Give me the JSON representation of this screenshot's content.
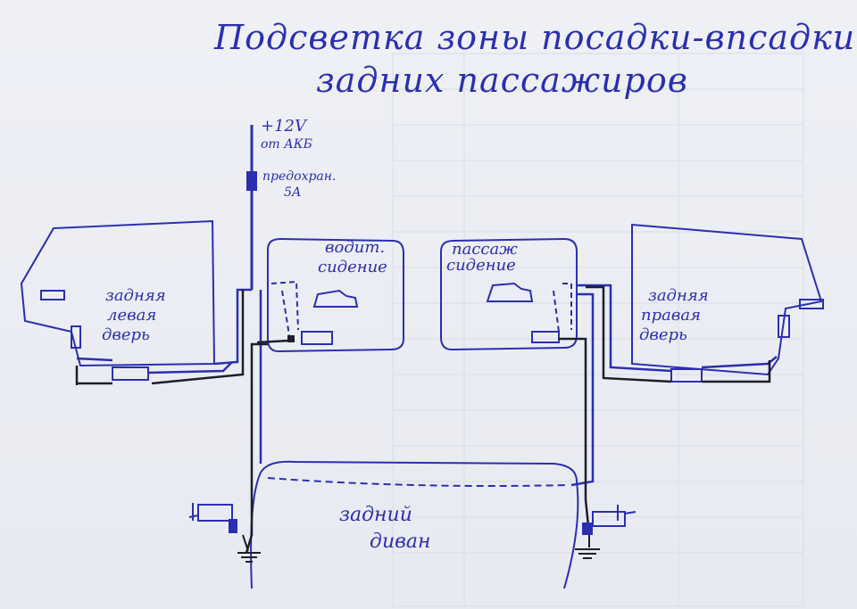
{
  "title": {
    "line1": "Подсветка зоны посадки-впсадки",
    "line2": "задних пассажиров"
  },
  "power": {
    "voltage": "+12V",
    "source": "от АКБ"
  },
  "fuse": {
    "line1": "предохран.",
    "line2": "5А"
  },
  "left_door": {
    "line1": "задняя",
    "line2": "левая",
    "line3": "дверь"
  },
  "right_door": {
    "line1": "задняя",
    "line2": "правая",
    "line3": "дверь"
  },
  "driver_seat": {
    "line1": "водит.",
    "line2": "сидение"
  },
  "passenger_seat": {
    "line1": "пассаж",
    "line2": "сидение"
  },
  "rear_bench": {
    "line1": "задний",
    "line2": "диван"
  },
  "colors": {
    "ink_blue": "#2a2fb0",
    "ink_black": "#1e1e2a",
    "paper": "#eceef4"
  }
}
